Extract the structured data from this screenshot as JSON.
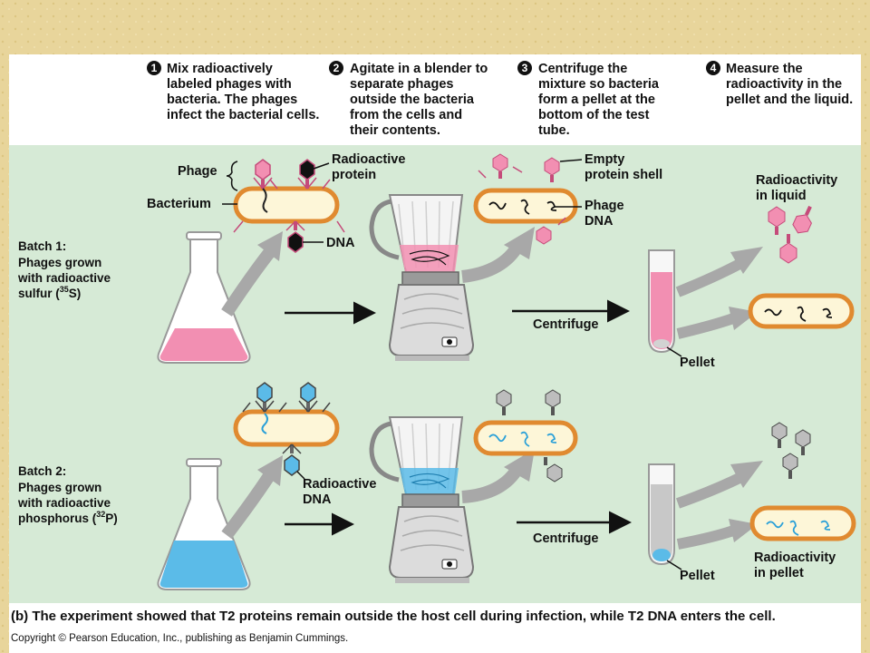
{
  "colors": {
    "banner": "#e8d59b",
    "panel": "#d6ead6",
    "pink": "#f28fb2",
    "blue": "#5bbbe8",
    "bacterium_outline": "#e08a30",
    "bacterium_fill": "#fdf6d8",
    "arrow_gray": "#a8a8a8"
  },
  "steps": [
    {
      "number": "1",
      "lines": [
        "Mix radioactively",
        "labeled phages with",
        "bacteria. The phages",
        "infect the bacterial cells."
      ]
    },
    {
      "number": "2",
      "lines": [
        "Agitate in a blender to",
        "separate phages",
        "outside the bacteria",
        "from the cells and",
        "their contents."
      ]
    },
    {
      "number": "3",
      "lines": [
        "Centrifuge the",
        "mixture so bacteria",
        "form a pellet at the",
        "bottom of the test",
        "tube."
      ]
    },
    {
      "number": "4",
      "lines": [
        "Measure the",
        "radioactivity in the",
        "pellet and the liquid."
      ]
    }
  ],
  "labels": {
    "phage": "Phage",
    "bacterium": "Bacterium",
    "radioactive_protein": [
      "Radioactive",
      "protein"
    ],
    "dna": "DNA",
    "empty_protein_shell": [
      "Empty",
      "protein shell"
    ],
    "phage_dna": [
      "Phage",
      "DNA"
    ],
    "radioactivity_in_liquid": [
      "Radioactivity",
      "in liquid"
    ],
    "centrifuge_1": "Centrifuge",
    "pellet_1": "Pellet",
    "radioactive_dna": [
      "Radioactive",
      "DNA"
    ],
    "centrifuge_2": "Centrifuge",
    "pellet_2": "Pellet",
    "radioactivity_in_pellet": [
      "Radioactivity",
      "in pellet"
    ]
  },
  "batch1": {
    "title": "Batch 1:",
    "line1": "Phages grown",
    "line2": "with radioactive",
    "line3_pre": "sulfur (",
    "superscript": "35",
    "line3_post": "S)"
  },
  "batch2": {
    "title": "Batch 2:",
    "line1": "Phages grown",
    "line2": "with radioactive",
    "line3_pre": "phosphorus (",
    "superscript": "32",
    "line3_post": "P)"
  },
  "caption": "(b) The experiment showed that T2 proteins remain outside the host cell during infection, while T2 DNA enters the cell.",
  "copyright": "Copyright © Pearson Education, Inc., publishing as Benjamin Cummings."
}
